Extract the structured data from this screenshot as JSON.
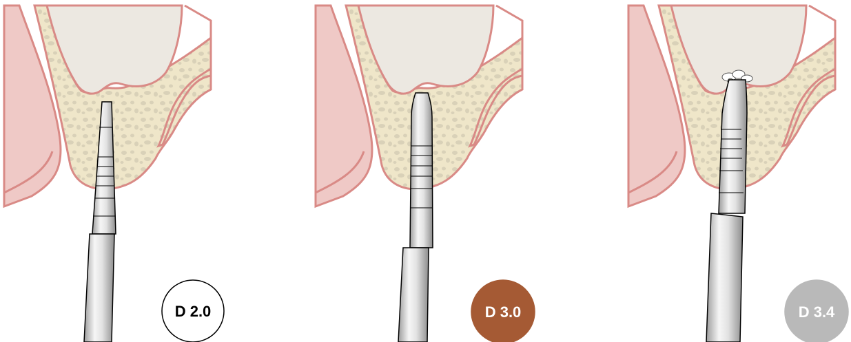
{
  "panels": [
    {
      "id": "panel-1",
      "badge": {
        "label": "D 2.0",
        "fill": "#ffffff",
        "stroke": "#000000",
        "text_color": "#000000"
      },
      "drill_stage": "pilot-drill"
    },
    {
      "id": "panel-2",
      "badge": {
        "label": "D 3.0",
        "fill": "#a55a34",
        "stroke": "#a55a34",
        "text_color": "#ffffff"
      },
      "drill_stage": "widening-drill"
    },
    {
      "id": "panel-3",
      "badge": {
        "label": "D 3.4",
        "fill": "#b9b9b9",
        "stroke": "#b9b9b9",
        "text_color": "#ffffff"
      },
      "drill_stage": "sinus-floor-breakthrough"
    }
  ],
  "colors": {
    "gum": "#e7b6b3",
    "gum_line": "#d98a86",
    "bone": "#efe6c9",
    "bone_trabecula": "#d7cfb6",
    "sinus": "#ece8e1",
    "instrument_light": "#f4f4f4",
    "instrument_dark": "#9a9a9a"
  }
}
